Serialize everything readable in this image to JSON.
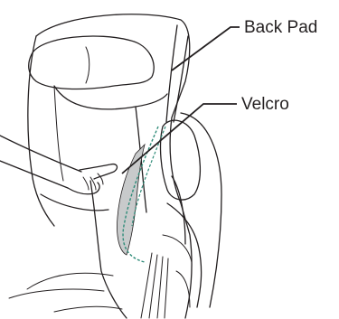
{
  "callouts": {
    "back_pad": "Back Pad",
    "velcro": "Velcro"
  },
  "colors": {
    "ink": "#231f20",
    "velcro_fill": "#c8cacb",
    "velcro_stitch": "#2f8c79"
  },
  "icons": {
    "chair": "massage-chair-illustration",
    "hand": "hand-pulling-velcro-illustration"
  }
}
